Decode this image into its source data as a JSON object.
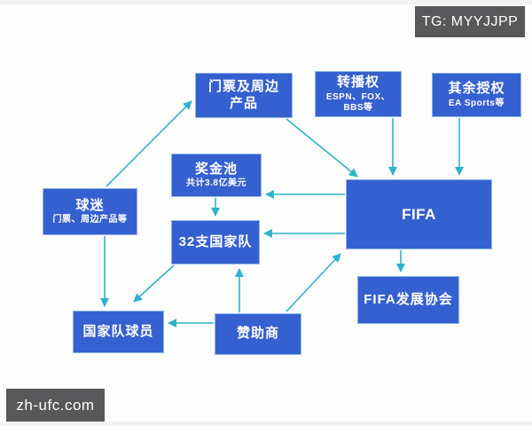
{
  "overlays": {
    "telegram_badge": "TG: MYYJJPP",
    "site_badge": "zh-ufc.com"
  },
  "colors": {
    "node_fill": "#3560d0",
    "node_border": "#8fb8e8",
    "arrow": "#2db3cd",
    "badge_bg": "#58585a",
    "node_text": "#ffffff"
  },
  "diagram": {
    "nodes": {
      "tickets": {
        "label": "门票及周边产品"
      },
      "broadcast": {
        "label": "转播权",
        "sub": "ESPN、FOX、BBS等"
      },
      "licensing": {
        "label": "其余授权",
        "sub": "EA Sports等"
      },
      "prize_pool": {
        "label": "奖金池",
        "sub": "共计3.8亿美元"
      },
      "fans": {
        "label": "球迷",
        "sub": "门票、周边产品等"
      },
      "teams": {
        "label": "32支国家队"
      },
      "fifa": {
        "label": "FIFA"
      },
      "fifa_dev": {
        "label": "FIFA发展协会"
      },
      "players": {
        "label": "国家队球员"
      },
      "sponsors": {
        "label": "赞助商"
      }
    },
    "edges": [
      {
        "from": "球迷",
        "to": "门票及周边产品"
      },
      {
        "from": "门票及周边产品",
        "to": "FIFA"
      },
      {
        "from": "转播权",
        "to": "FIFA"
      },
      {
        "from": "其余授权",
        "to": "FIFA"
      },
      {
        "from": "FIFA",
        "to": "奖金池"
      },
      {
        "from": "奖金池",
        "to": "32支国家队"
      },
      {
        "from": "FIFA",
        "to": "32支国家队"
      },
      {
        "from": "FIFA",
        "to": "FIFA发展协会"
      },
      {
        "from": "32支国家队",
        "to": "国家队球员"
      },
      {
        "from": "球迷",
        "to": "国家队球员"
      },
      {
        "from": "赞助商",
        "to": "国家队球员"
      },
      {
        "from": "赞助商",
        "to": "32支国家队"
      },
      {
        "from": "赞助商",
        "to": "FIFA"
      }
    ]
  }
}
